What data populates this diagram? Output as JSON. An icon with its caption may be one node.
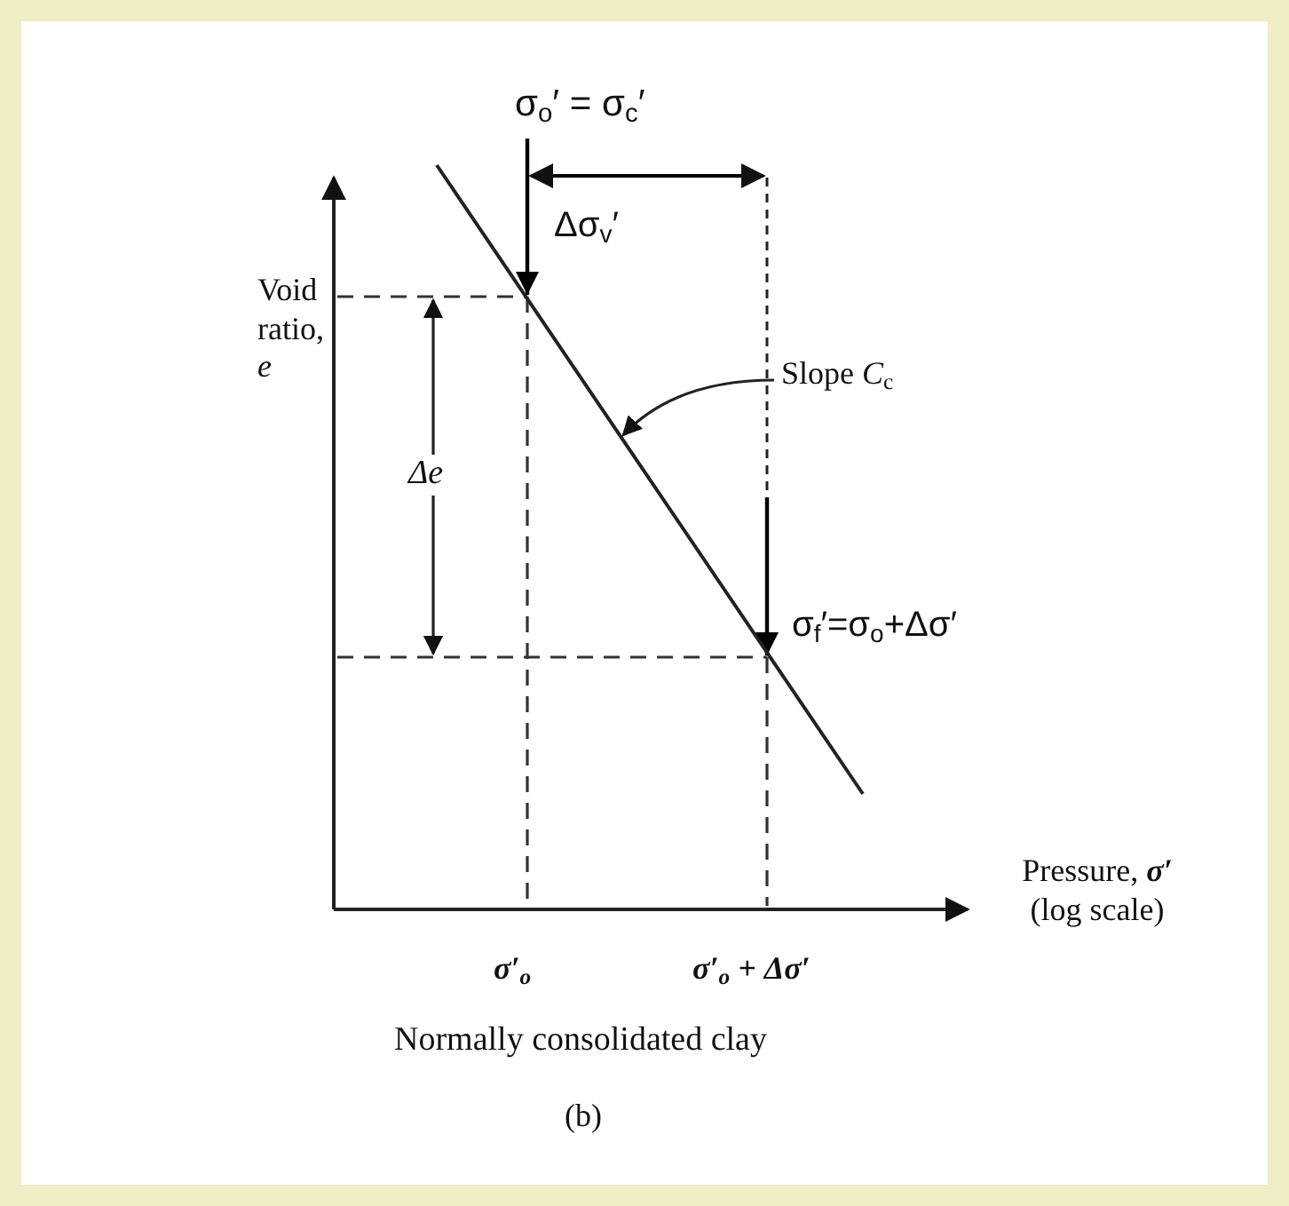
{
  "diagram": {
    "caption": "Normally consolidated clay",
    "nodes": [
      {
        "text": [
          "Slope *C*$_{c}$"
        ]
      },
      {
        "text": [],
        "shape": "line"
      }
    ],
    "edges": [
      {
        "from": 0,
        "to": 1,
        "arrow": "to"
      }
    ],
    "labels": [
      "σ$_{o}$′ = σ$_{c}$′",
      "Void ratio, *e*",
      "Δσ$_{v}$′",
      "Δe",
      "σ$_{f}$′=σ$_{o}$+Δσ′",
      "Pressure, **σ′** (log scale)",
      "σ′$_{o}$",
      "σ′$_{o}$ + Δσ′",
      "(b)"
    ]
  }
}
